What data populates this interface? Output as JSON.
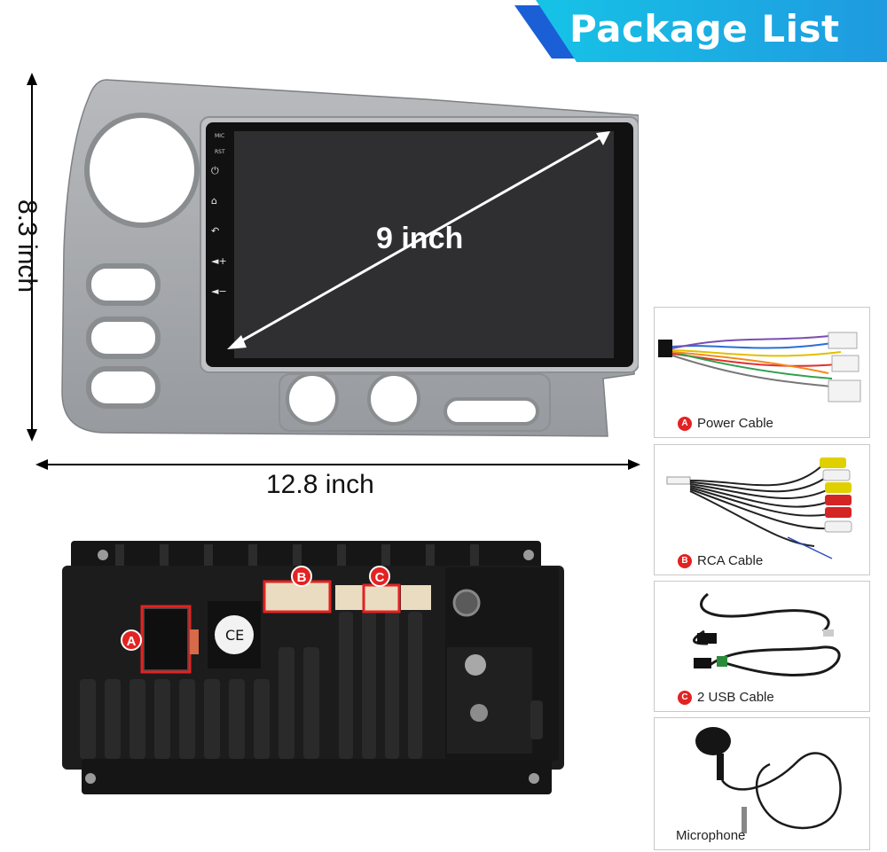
{
  "banner": {
    "title": "Package List"
  },
  "dimensions": {
    "height": "8.3 inch",
    "width": "12.8 inch",
    "screen": "9 inch"
  },
  "head_unit": {
    "side_labels": [
      "MIC",
      "RST"
    ],
    "side_icons": [
      "power-icon",
      "home-icon",
      "back-icon",
      "volume-up-icon",
      "volume-down-icon"
    ]
  },
  "back_panel": {
    "markers": [
      {
        "letter": "A",
        "port": "power-connector"
      },
      {
        "letter": "B",
        "port": "rca-connector"
      },
      {
        "letter": "C",
        "port": "usb-connector"
      }
    ]
  },
  "package_items": [
    {
      "marker": "A",
      "label": "Power Cable",
      "icon": "power-cable-image"
    },
    {
      "marker": "B",
      "label": "RCA Cable",
      "icon": "rca-cable-image"
    },
    {
      "marker": "C",
      "label": "2 USB Cable",
      "icon": "usb-cable-image"
    },
    {
      "marker": "",
      "label": "Microphone",
      "icon": "microphone-image"
    }
  ],
  "colors": {
    "banner_cyan": "#1fb6e8",
    "banner_blue": "#1a5fd6",
    "marker_red": "#e32222",
    "frame_silver": "#a9abae"
  }
}
